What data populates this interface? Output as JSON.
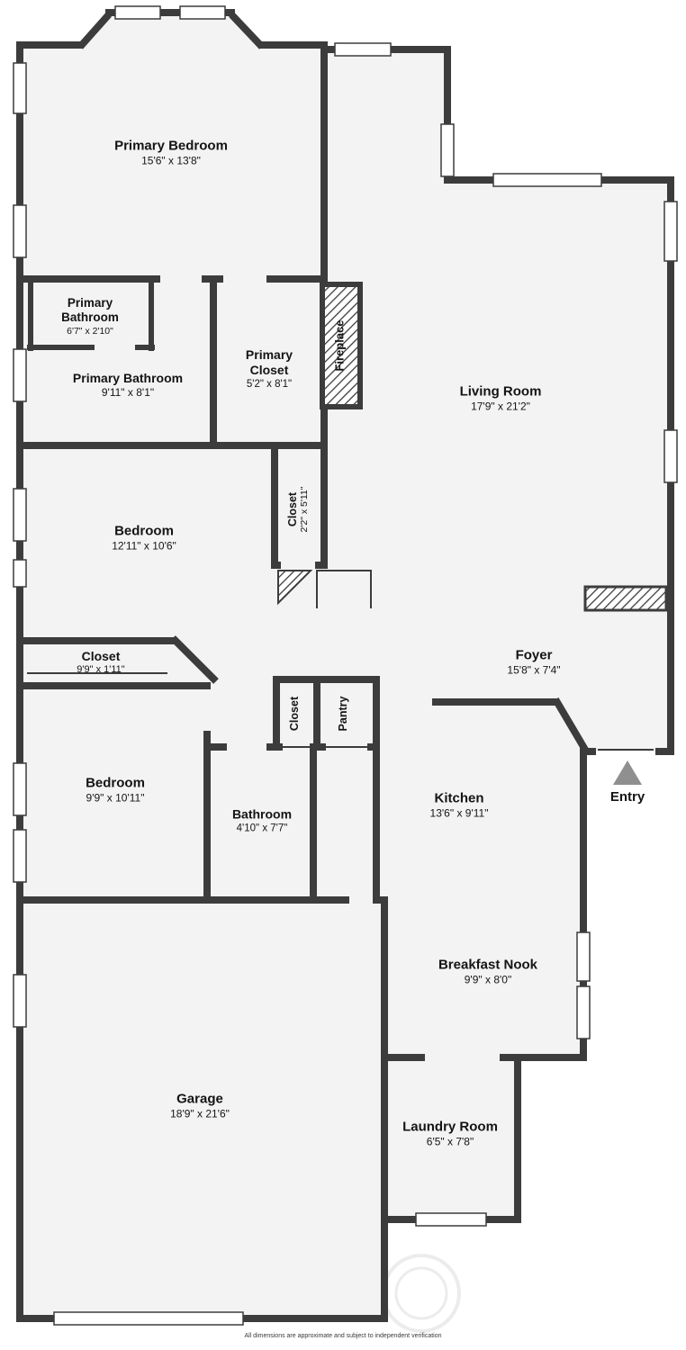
{
  "colors": {
    "wall": "#3c3c3c",
    "floor": "#f3f3f3",
    "background": "#ffffff",
    "entry_arrow": "#8f8f8f"
  },
  "rooms": {
    "primary_bedroom": {
      "name": "Primary Bedroom",
      "dims": "15'6\" x 13'8\""
    },
    "primary_bathroom_small": {
      "name": "Primary Bathroom",
      "dims": "6'7\" x 2'10\""
    },
    "primary_bathroom": {
      "name": "Primary Bathroom",
      "dims": "9'11\" x 8'1\""
    },
    "primary_closet": {
      "name": "Primary Closet",
      "dims": "5'2\" x 8'1\""
    },
    "fireplace": {
      "name": "Fireplace"
    },
    "living_room": {
      "name": "Living Room",
      "dims": "17'9\" x 21'2\""
    },
    "closet_hall": {
      "name": "Closet",
      "dims": "2'2\" x 5'11\""
    },
    "bedroom_mid": {
      "name": "Bedroom",
      "dims": "12'11\" x 10'6\""
    },
    "closet_long": {
      "name": "Closet",
      "dims": "9'9\" x 1'11\""
    },
    "foyer": {
      "name": "Foyer",
      "dims": "15'8\" x 7'4\""
    },
    "closet_kitchen": {
      "name": "Closet"
    },
    "pantry": {
      "name": "Pantry"
    },
    "bedroom_front": {
      "name": "Bedroom",
      "dims": "9'9\" x 10'11\""
    },
    "bathroom": {
      "name": "Bathroom",
      "dims": "4'10\" x 7'7\""
    },
    "kitchen": {
      "name": "Kitchen",
      "dims": "13'6\" x 9'11\""
    },
    "entry": {
      "name": "Entry"
    },
    "breakfast_nook": {
      "name": "Breakfast Nook",
      "dims": "9'9\" x 8'0\""
    },
    "garage": {
      "name": "Garage",
      "dims": "18'9\" x 21'6\""
    },
    "laundry": {
      "name": "Laundry Room",
      "dims": "6'5\" x 7'8\""
    }
  },
  "footer": "All dimensions are approximate and subject to independent verification"
}
